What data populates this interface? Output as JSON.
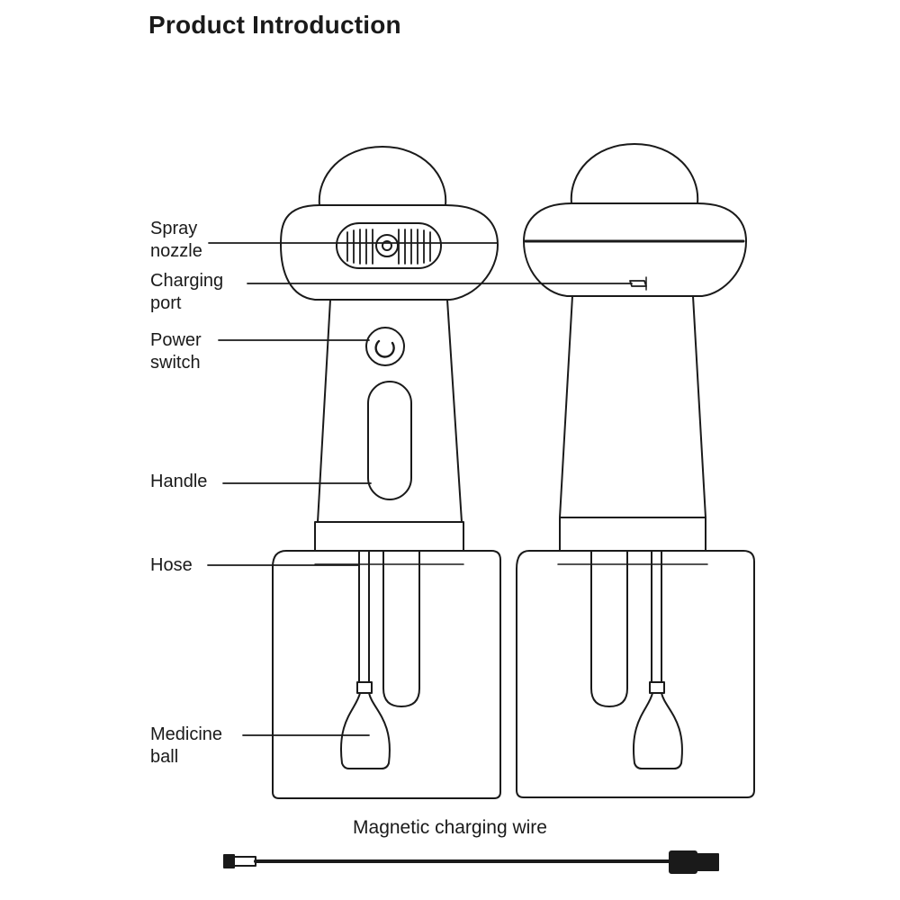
{
  "title": "Product Introduction",
  "labels": {
    "spray_nozzle": "Spray\nnozzle",
    "charging_port": "Charging\nport",
    "power_switch": "Power\nswitch",
    "handle": "Handle",
    "hose": "Hose",
    "medicine_ball": "Medicine\nball"
  },
  "cable_caption": "Magnetic charging wire",
  "colors": {
    "line": "#1a1a1a",
    "background": "#ffffff"
  }
}
